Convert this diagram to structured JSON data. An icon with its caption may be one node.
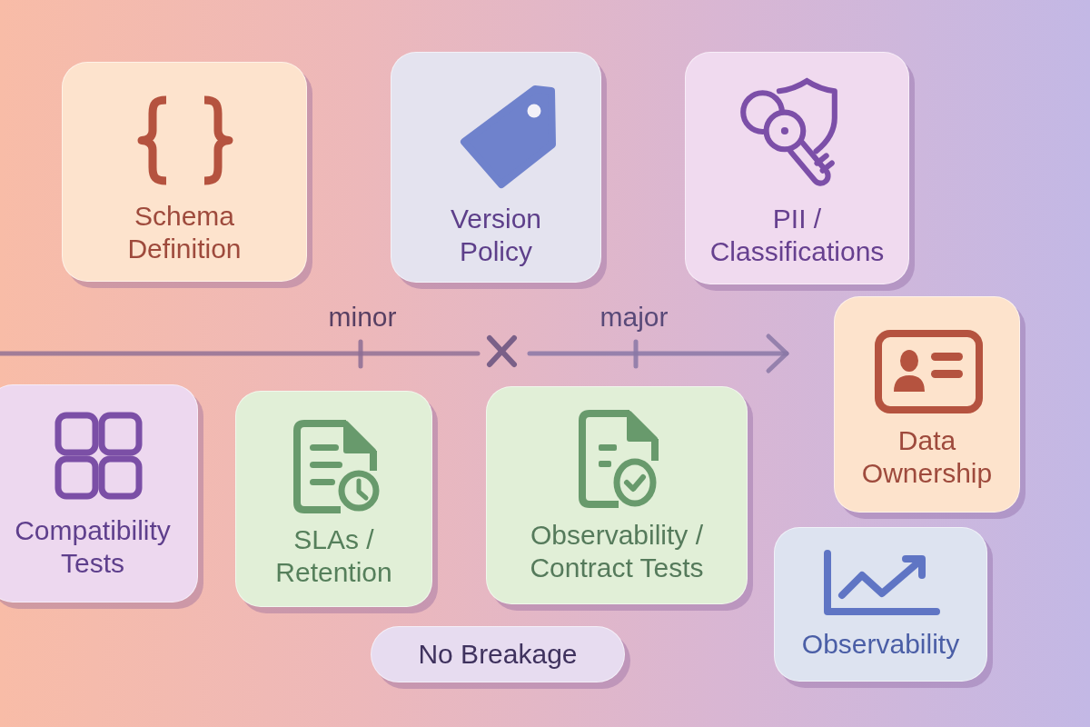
{
  "diagram": {
    "nodes": [
      {
        "text": [
          "Schema Definition"
        ]
      },
      {
        "text": [
          "Version Policy"
        ]
      },
      {
        "text": [
          "PII / Classifications"
        ]
      },
      {
        "text": [
          "Data Ownership"
        ]
      },
      {
        "text": [
          "Compatibility Tests"
        ]
      },
      {
        "text": [
          "SLAs / Retention"
        ]
      },
      {
        "text": [
          "Observability / Contract Tests"
        ]
      },
      {
        "text": [
          "Observability"
        ]
      },
      {
        "text": [
          "No Breakage"
        ]
      }
    ],
    "labels": [
      "minor",
      "major"
    ]
  }
}
